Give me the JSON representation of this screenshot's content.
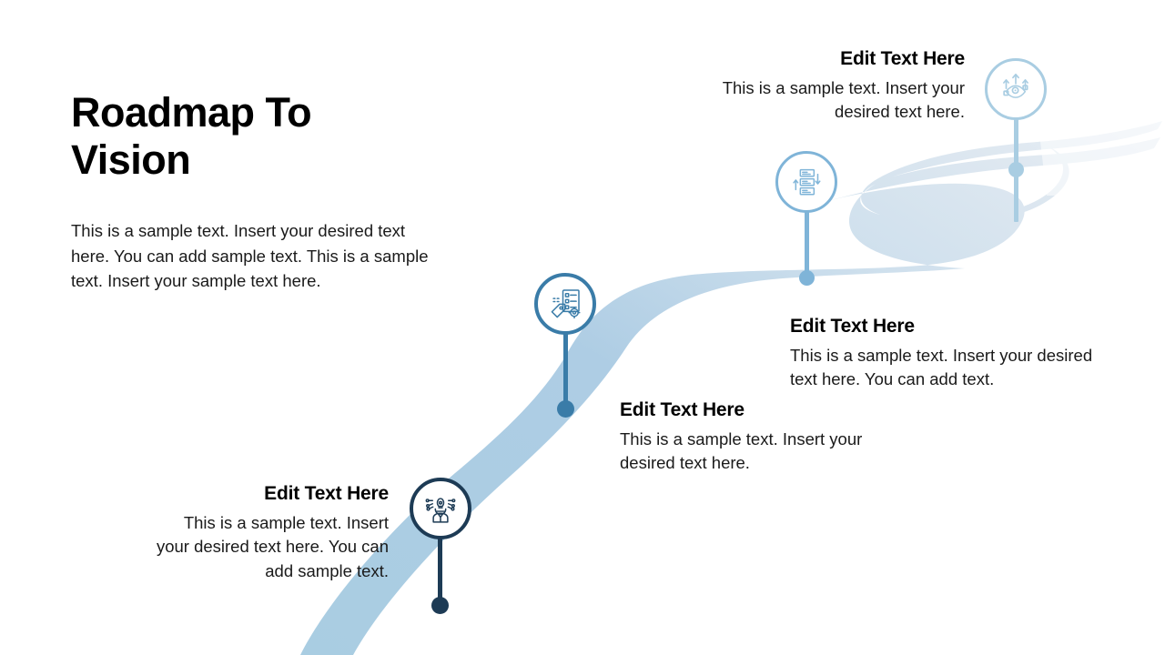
{
  "slide": {
    "title": "Roadmap To\nVision",
    "intro_body": "This is a sample text. Insert your desired text here. You can add sample text. This is a sample text. Insert your sample text here.",
    "background_color": "#ffffff"
  },
  "palette": {
    "road_main": "#aecde4",
    "road_fade": "#dde7f0",
    "road_tail": "#e8eef4",
    "navy": "#1d3b55",
    "steel_blue": "#3a7ca8",
    "mid_blue": "#7fb4d8",
    "light_blue": "#a9cde2",
    "title_color": "#000000",
    "body_color": "#1a1a1a"
  },
  "milestones": [
    {
      "id": "milestone-1",
      "title": "Edit Text Here",
      "body": "This is a sample text. Insert your desired text here.",
      "icon": "eye-vision-arrows-icon",
      "align": "right",
      "ring_color": "#a9cde2",
      "icon_color": "#a9cde2",
      "stem_color": "#a9cde2",
      "dot_color": "#a9cde2"
    },
    {
      "id": "milestone-2",
      "title": "Edit Text Here",
      "body": "This is a sample text. Insert your desired text here. You can add text.",
      "icon": "workflow-process-icon",
      "align": "left",
      "ring_color": "#7fb4d8",
      "icon_color": "#7fb4d8",
      "stem_color": "#7fb4d8",
      "dot_color": "#7fb4d8"
    },
    {
      "id": "milestone-3",
      "title": "Edit Text Here",
      "body": "This is a sample text. Insert your desired text here.",
      "icon": "checklist-tag-gear-icon",
      "align": "left",
      "ring_color": "#3a7ca8",
      "icon_color": "#3a7ca8",
      "stem_color": "#3a7ca8",
      "dot_color": "#3a7ca8"
    },
    {
      "id": "milestone-4",
      "title": "Edit Text Here",
      "body": "This is a sample text. Insert your desired text here. You can add sample text.",
      "icon": "idea-person-lightbulb-icon",
      "align": "right",
      "ring_color": "#1d3b55",
      "icon_color": "#1d3b55",
      "stem_color": "#1d3b55",
      "dot_color": "#1d3b55"
    }
  ]
}
